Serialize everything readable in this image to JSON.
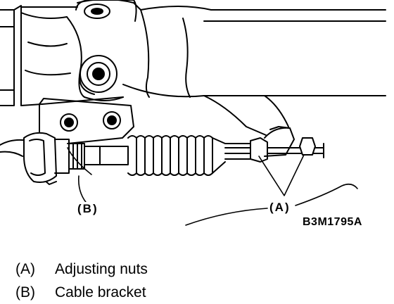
{
  "diagram": {
    "figure_code": "B3M1795A",
    "callouts": {
      "a": "(A)",
      "b": "(B)"
    }
  },
  "legend": [
    {
      "key": "(A)",
      "text": "Adjusting nuts"
    },
    {
      "key": "(B)",
      "text": "Cable bracket"
    }
  ]
}
